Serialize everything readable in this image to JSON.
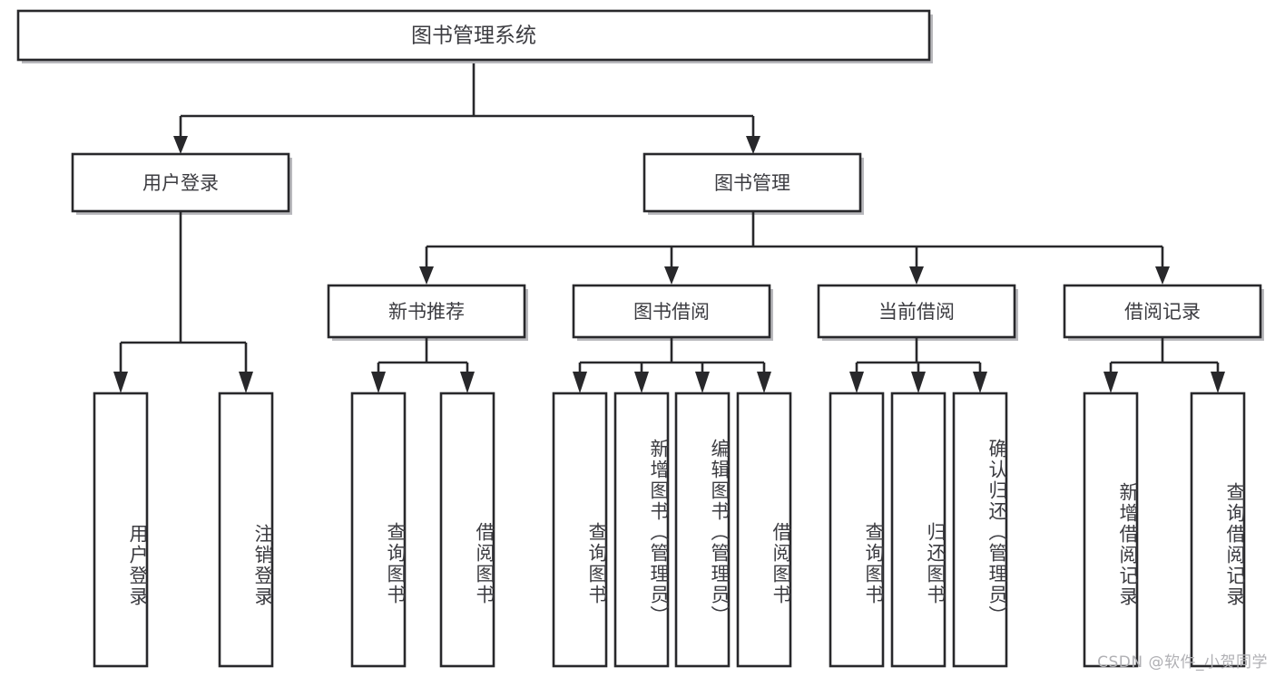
{
  "diagram": {
    "type": "tree",
    "title": "图书管理系统",
    "root": {
      "id": "root",
      "label": "图书管理系统"
    },
    "level1": [
      {
        "id": "user-login",
        "label": "用户登录"
      },
      {
        "id": "book-manage",
        "label": "图书管理"
      }
    ],
    "level2": [
      {
        "id": "new-book-rec",
        "label": "新书推荐",
        "parent": "book-manage"
      },
      {
        "id": "book-borrow",
        "label": "图书借阅",
        "parent": "book-manage"
      },
      {
        "id": "current-borrow",
        "label": "当前借阅",
        "parent": "book-manage"
      },
      {
        "id": "borrow-record",
        "label": "借阅记录",
        "parent": "book-manage"
      }
    ],
    "leaves": {
      "user-login": [
        {
          "id": "leaf-user-login",
          "label": "用户登录"
        },
        {
          "id": "leaf-user-logout",
          "label": "注销登录"
        }
      ],
      "new-book-rec": [
        {
          "id": "leaf-query-book-1",
          "label": "查询图书"
        },
        {
          "id": "leaf-borrow-book-1",
          "label": "借阅图书"
        }
      ],
      "book-borrow": [
        {
          "id": "leaf-query-book-2",
          "label": "查询图书"
        },
        {
          "id": "leaf-add-book",
          "label": "新增图书（管理员）"
        },
        {
          "id": "leaf-edit-book",
          "label": "编辑图书（管理员）"
        },
        {
          "id": "leaf-borrow-book-2",
          "label": "借阅图书"
        }
      ],
      "current-borrow": [
        {
          "id": "leaf-query-book-3",
          "label": "查询图书"
        },
        {
          "id": "leaf-return-book",
          "label": "归还图书"
        },
        {
          "id": "leaf-confirm-return",
          "label": "确认归还（管理员）"
        }
      ],
      "borrow-record": [
        {
          "id": "leaf-add-record",
          "label": "新增借阅记录"
        },
        {
          "id": "leaf-query-record",
          "label": "查询借阅记录"
        }
      ]
    }
  },
  "watermark": {
    "text": "CSDN @软件_小贺同学"
  },
  "colors": {
    "box_stroke": "#28282b",
    "box_fill": "#ffffff",
    "text": "#3c3c41",
    "watermark": "#b0b0b4",
    "background": "#ffffff"
  }
}
